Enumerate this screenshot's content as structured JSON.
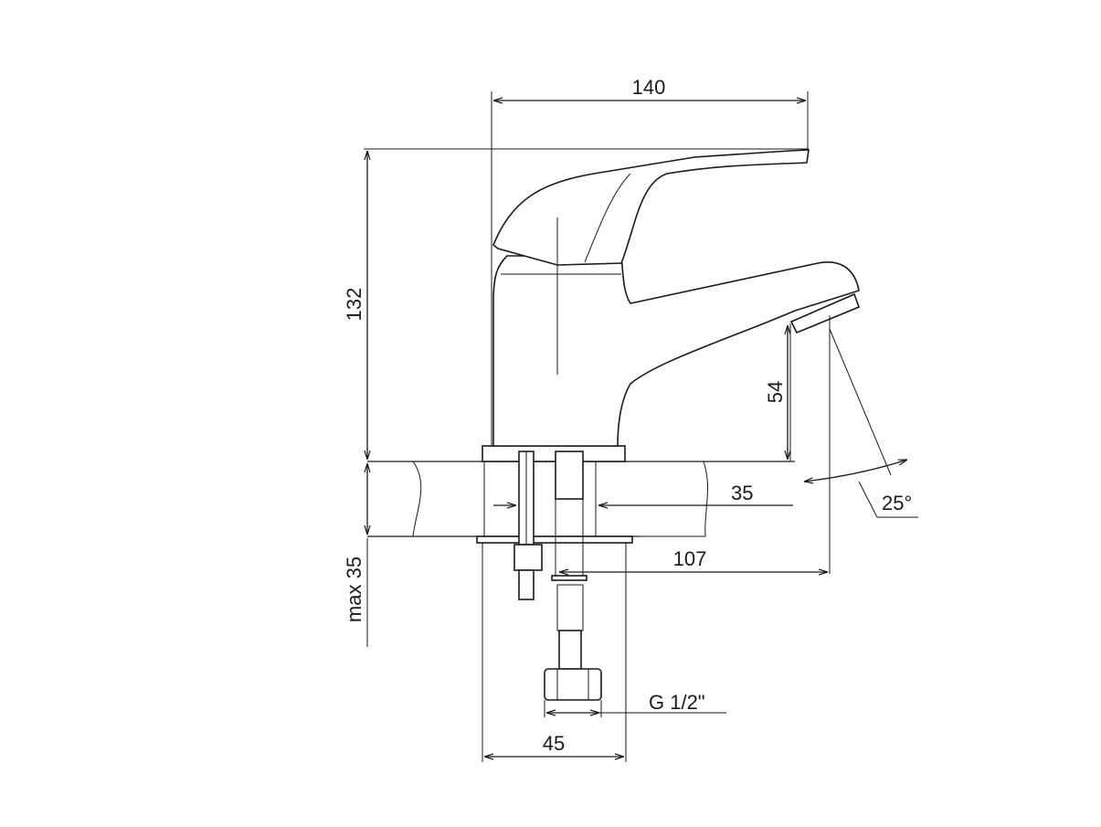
{
  "dimensions": {
    "width_top": "140",
    "height_total": "132",
    "spout_height": "54",
    "hole_diameter": "35",
    "spout_reach": "107",
    "max_thickness": "max 35",
    "base_width": "45",
    "connection": "G 1/2\"",
    "aerator_angle": "25°"
  }
}
